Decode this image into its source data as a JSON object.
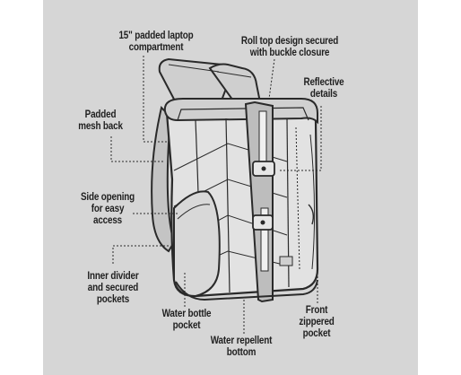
{
  "callouts": {
    "laptop": {
      "line1": "15\" padded laptop",
      "line2": "compartment"
    },
    "rolltop": {
      "line1": "Roll top design secured",
      "line2": "with buckle closure"
    },
    "reflective": {
      "line1": "Reflective",
      "line2": "details"
    },
    "mesh": {
      "line1": "Padded",
      "line2": "mesh back"
    },
    "side": {
      "line1": "Side opening",
      "line2": "for easy",
      "line3": "access"
    },
    "divider": {
      "line1": "Inner divider",
      "line2": "and secured",
      "line3": "pockets"
    },
    "bottle": {
      "line1": "Water bottle",
      "line2": "pocket"
    },
    "bottom": {
      "line1": "Water repellent",
      "line2": "bottom"
    },
    "front": {
      "line1": "Front",
      "line2": "zippered",
      "line3": "pocket"
    }
  },
  "colors": {
    "background": "#d6d6d6",
    "outline": "#2a2a2a",
    "bag_fill": "#dedede",
    "strap_fill": "#bdbdbd"
  }
}
